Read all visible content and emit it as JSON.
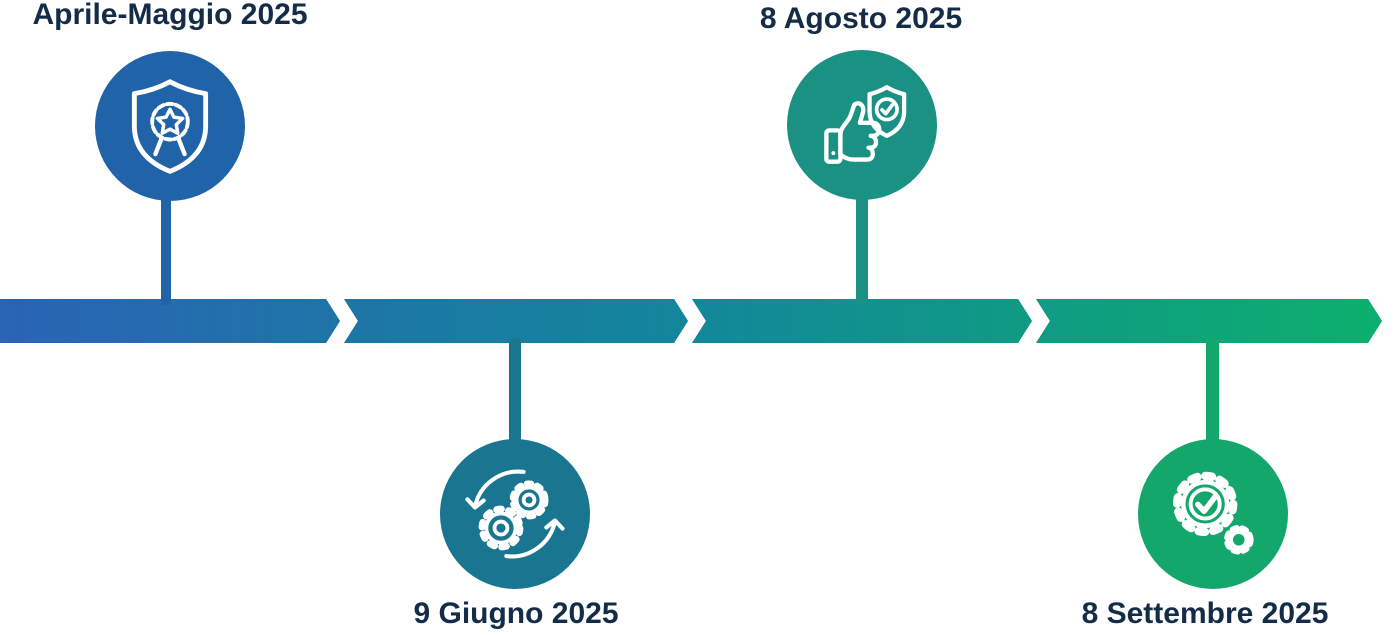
{
  "timeline": {
    "band_gradient": [
      "#2a63b5",
      "#12879a",
      "#0cb06c"
    ],
    "label_color": "#142c47",
    "milestones": [
      {
        "label": "Aprile-Maggio 2025",
        "color": "#2163a8",
        "icon": "shield-award-icon",
        "position": "top"
      },
      {
        "label": "9 Giugno 2025",
        "color": "#1a7690",
        "icon": "sync-gears-icon",
        "position": "bottom"
      },
      {
        "label": "8 Agosto 2025",
        "color": "#1a9183",
        "icon": "thumbs-up-shield-icon",
        "position": "top"
      },
      {
        "label": "8 Settembre 2025",
        "color": "#13a76b",
        "icon": "gear-check-icon",
        "position": "bottom"
      }
    ]
  }
}
